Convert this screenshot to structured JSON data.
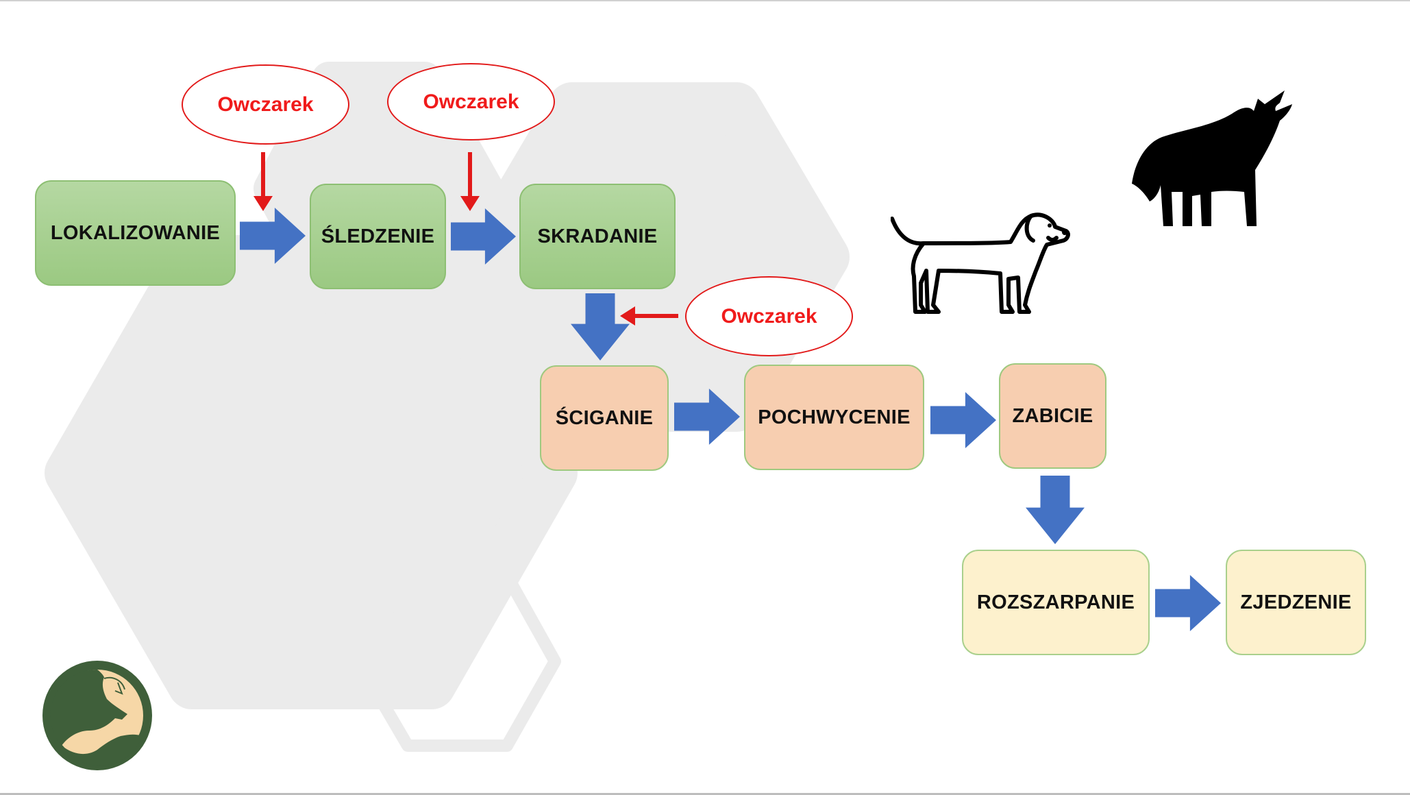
{
  "diagram": {
    "steps": [
      {
        "id": "lokalizowanie",
        "label": "LOKALIZOWANIE",
        "phase": "green"
      },
      {
        "id": "sledzenie",
        "label": "ŚLEDZENIE",
        "phase": "green"
      },
      {
        "id": "skradanie",
        "label": "SKRADANIE",
        "phase": "green"
      },
      {
        "id": "sciganie",
        "label": "ŚCIGANIE",
        "phase": "peach"
      },
      {
        "id": "pochwycenie",
        "label": "POCHWYCENIE",
        "phase": "peach"
      },
      {
        "id": "zabicie",
        "label": "ZABICIE",
        "phase": "peach"
      },
      {
        "id": "rozszarpanie",
        "label": "ROZSZARPANIE",
        "phase": "cream"
      },
      {
        "id": "zjedzenie",
        "label": "ZJEDZENIE",
        "phase": "cream"
      }
    ],
    "callouts": [
      {
        "label": "Owczarek",
        "targets": "lokalizowanie-to-sledzenie"
      },
      {
        "label": "Owczarek",
        "targets": "sledzenie-to-skradanie"
      },
      {
        "label": "Owczarek",
        "targets": "skradanie-to-sciganie"
      }
    ],
    "flow": [
      [
        "lokalizowanie",
        "sledzenie"
      ],
      [
        "sledzenie",
        "skradanie"
      ],
      [
        "skradanie",
        "sciganie"
      ],
      [
        "sciganie",
        "pochwycenie"
      ],
      [
        "pochwycenie",
        "zabicie"
      ],
      [
        "zabicie",
        "rozszarpanie"
      ],
      [
        "rozszarpanie",
        "zjedzenie"
      ]
    ]
  },
  "icons": [
    "dog-outline-icon",
    "howling-wolf-icon",
    "dog-logo-icon"
  ],
  "colors": {
    "flow_arrow": "#4472c4",
    "callout": "#e21a1a",
    "phase_green": "#a9d18e",
    "phase_peach": "#f8cbad",
    "phase_cream": "#fff2cc",
    "background_hexagons": "#ececec",
    "logo_dark": "#3f5f3a",
    "logo_light": "#f6d7a7"
  }
}
